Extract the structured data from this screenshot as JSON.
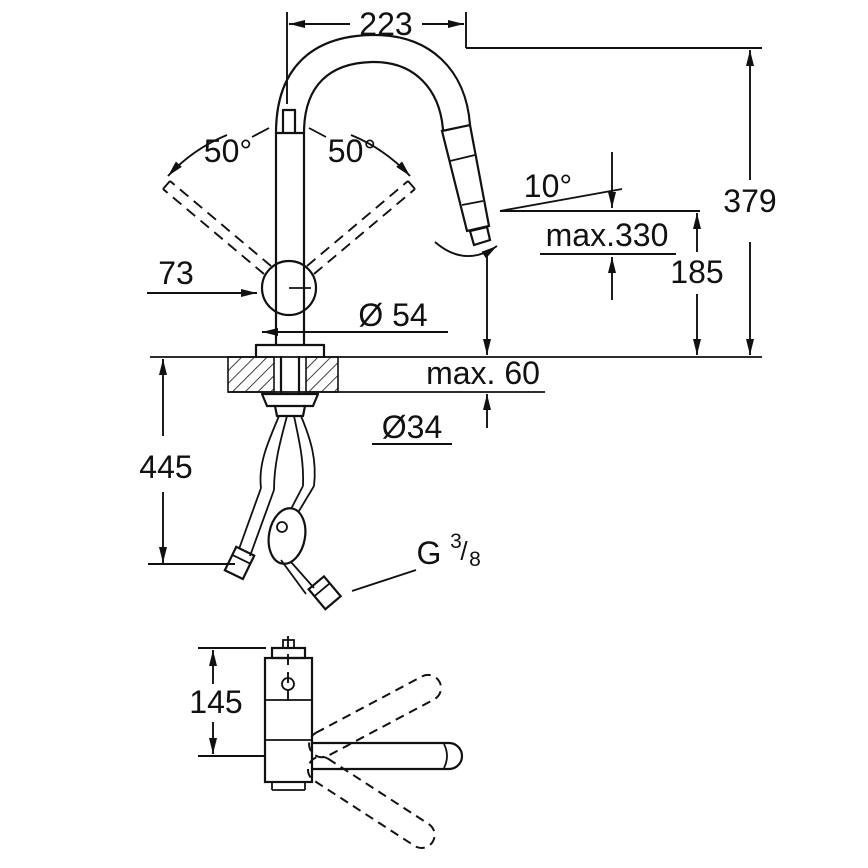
{
  "drawing": {
    "colors": {
      "line": "#111111",
      "background": "#ffffff"
    },
    "labels": {
      "spout_reach": "223",
      "angle_left": "50°",
      "angle_right": "50°",
      "spray_angle": "10°",
      "max_pullout": "max.330",
      "total_height": "379",
      "outlet_height": "185",
      "handle_offset": "73",
      "body_diameter": "Ø 54",
      "max_counter": "max. 60",
      "hole_diameter": "Ø34",
      "hose_length": "445",
      "base_height": "145",
      "thread_prefix": "G",
      "thread_numerator": "3",
      "thread_slash": "/",
      "thread_denominator": "8"
    }
  }
}
